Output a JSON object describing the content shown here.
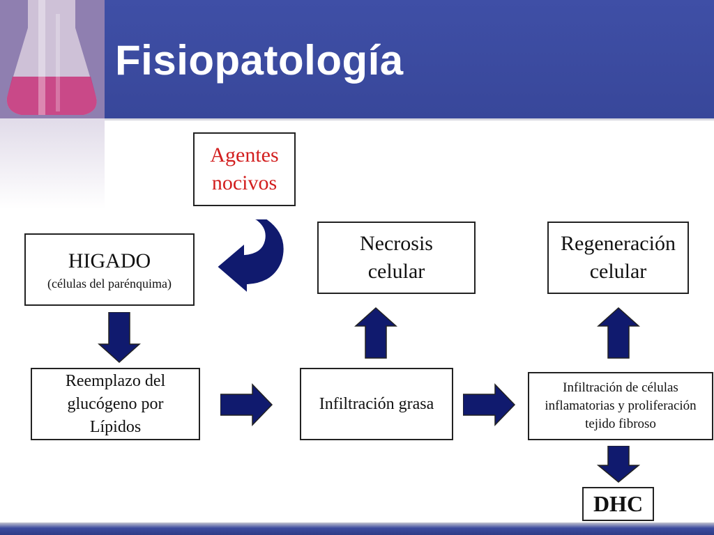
{
  "slide": {
    "title": "Fisiopatología"
  },
  "boxes": {
    "agentes": [
      "Agentes",
      "nocivos"
    ],
    "higado": {
      "main": "HIGADO",
      "sub": "(células del parénquima)"
    },
    "necrosis": [
      "Necrosis",
      "celular"
    ],
    "regeneracion": [
      "Regeneración",
      "celular"
    ],
    "reemplazo": [
      "Reemplazo del",
      "glucógeno por",
      "Lípidos"
    ],
    "infiltracion_grasa": "Infiltración grasa",
    "infiltracion_celulas": [
      "Infiltración de células",
      "inflamatorias y proliferación",
      "tejido fibroso"
    ],
    "dhc": "DHC"
  },
  "colors": {
    "header": "#3c4b9e",
    "arrow": "#101a6e",
    "accent_text": "#d21e1e"
  }
}
